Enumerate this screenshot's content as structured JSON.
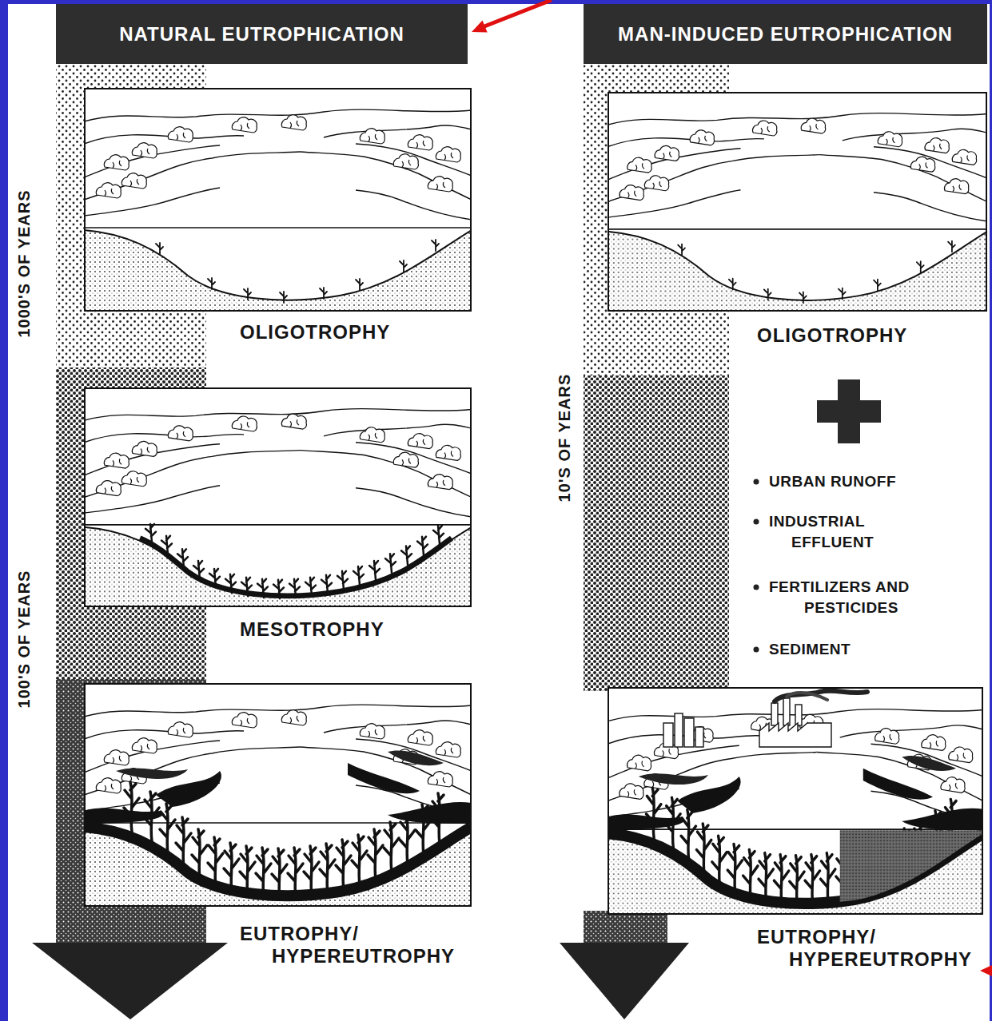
{
  "diagram": {
    "nodes": [
      {
        "text": [
          "NATURAL EUTROPHICATION"
        ]
      },
      {
        "text": [
          "OLIGOTROPHY"
        ]
      },
      {
        "text": [
          "MESOTROPHY"
        ]
      },
      {
        "text": [
          "EUTROPHY/ HYPEREUTROPHY"
        ]
      },
      {
        "text": [
          "MAN-INDUCED EUTROPHICATION"
        ]
      },
      {
        "text": [
          "OLIGOTROPHY"
        ]
      },
      {
        "text": [
          "EUTROPHY/ HYPEREUTROPHY"
        ]
      }
    ],
    "labels": [
      "1000'S OF YEARS",
      "100'S OF YEARS",
      "10'S OF YEARS",
      "URBAN RUNOFF",
      "INDUSTRIAL EFFLUENT",
      "FERTILIZERS AND PESTICIDES",
      "SEDIMENT"
    ]
  }
}
